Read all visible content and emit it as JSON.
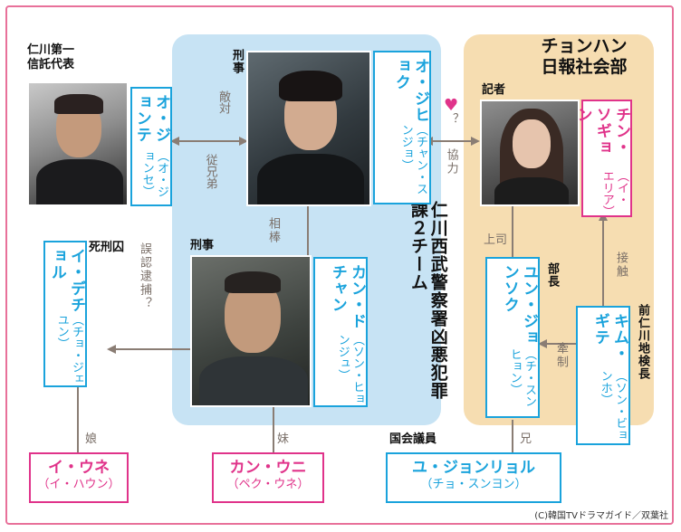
{
  "colors": {
    "frame": "#e8719a",
    "blue": "#1aa3dc",
    "pink": "#e0338a",
    "line": "#8a7d74",
    "heart": "#e0338a"
  },
  "groups": {
    "team": "仁川西武警察署凶悪犯罪課２チーム",
    "team_line1": "仁川西武警察署",
    "team_line2": "凶悪犯罪課２チーム",
    "press_line1": "チョンハン",
    "press_line2": "日報社会部"
  },
  "people": {
    "oh_jungtae": {
      "role_line1": "仁川第一",
      "role_line2": "信託代表",
      "name": "オ・ジョンテ",
      "actor": "（オ・ジョンセ）"
    },
    "oh_jihyuk": {
      "role": "刑事",
      "name": "オ・ジヒョク",
      "actor": "（チャン・スンジョ）"
    },
    "jin_seogyeong": {
      "role": "記者",
      "name": "チン・ソギョン",
      "actor": "（イ・エリア）"
    },
    "kang_dochan": {
      "role": "刑事",
      "name": "カン・ドチャン",
      "actor": "（ソン・ヒョンジュ）"
    },
    "lee_daechul": {
      "role": "死刑囚",
      "name": "イ・デチョル",
      "actor": "（チョ・ジェユン）"
    },
    "yoo_jungseok": {
      "role": "部長",
      "name": "ユン・ジョンソク",
      "actor": "（チ・スンヒョン）"
    },
    "kim_gitae": {
      "role": "前仁川地検長",
      "name": "キム・ギテ",
      "actor": "（ソン・ビョンホ）"
    },
    "lee_une": {
      "name": "イ・ウネ",
      "actor": "（イ・ハウン）"
    },
    "kang_uni": {
      "name": "カン・ウニ",
      "actor": "（ペク・ウネ）"
    },
    "yoo_jungryol": {
      "role": "国会議員",
      "name": "ユ・ジョンリョル",
      "actor": "（チョ・スンヨン）"
    }
  },
  "relations": {
    "rival": "敵対",
    "cousin": "従兄弟",
    "heart": "♥",
    "question": "？",
    "cooperate": "協力",
    "partner": "相棒",
    "wrongful_arrest": "誤認逮捕？",
    "boss": "上司",
    "contact": "接触",
    "check": "牽制",
    "daughter": "娘",
    "sister": "妹",
    "brother": "兄"
  },
  "credit": "(C)韓国TVドラマガイド／双葉社"
}
